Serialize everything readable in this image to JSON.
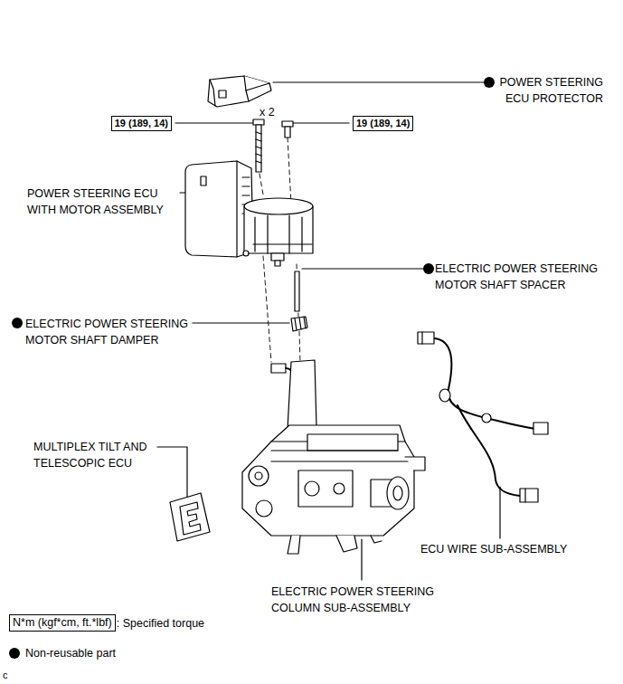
{
  "diagram": {
    "nodes": [
      {
        "text": [
          "19 (189, 14)"
        ]
      },
      {
        "text": [
          "19 (189, 14)"
        ]
      },
      {
        "text": [
          "N*m (kgf*cm, ft.*lbf)"
        ]
      }
    ],
    "labels": [
      "POWER STEERING ECU PROTECTOR",
      "x 2",
      "POWER STEERING ECU WITH MOTOR ASSEMBLY",
      "ELECTRIC POWER STEERING MOTOR SHAFT SPACER",
      "ELECTRIC POWER STEERING MOTOR SHAFT DAMPER",
      "MULTIPLEX TILT AND TELESCOPIC ECU",
      "ECU WIRE SUB-ASSEMBLY",
      "ELECTRIC POWER STEERING COLUMN SUB-ASSEMBLY",
      ": Specified torque",
      "c"
    ],
    "legend": [
      {
        "text": "Non-reusable part"
      }
    ]
  }
}
